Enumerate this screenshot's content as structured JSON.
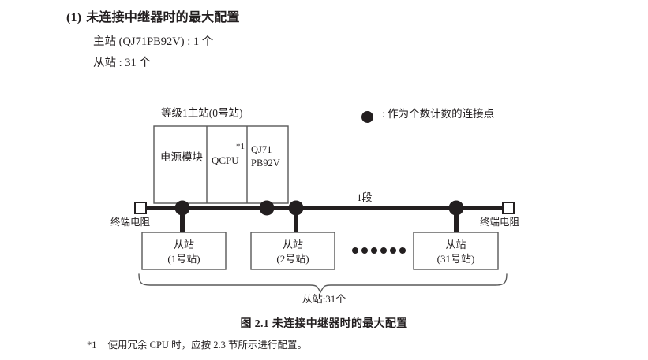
{
  "heading": {
    "number": "(1)",
    "title": "未连接中继器时的最大配置"
  },
  "spec_lines": [
    "主站 (QJ71PB92V) : 1 个",
    "从站 : 31 个"
  ],
  "legend": {
    "symbol": "filled-circle",
    "text": ": 作为个数计数的连接点"
  },
  "diagram": {
    "master_caption": "等级1主站(0号站)",
    "master_modules": {
      "power": "电源模块",
      "cpu": "QCPU",
      "cpu_note": "*1",
      "network": "QJ71\nPB92V",
      "network_line1": "QJ71",
      "network_line2": "PB92V"
    },
    "segment_label": "1段",
    "terminator_left": "终端电阻",
    "terminator_right": "终端电阻",
    "slaves": [
      {
        "name": "从站",
        "station": "(1号站)"
      },
      {
        "name": "从站",
        "station": "(2号站)"
      },
      {
        "name": "从站",
        "station": "(31号站)"
      }
    ],
    "ellipsis_dot_count": 6,
    "brace_label": "从站:31个",
    "bus_color": "#231f20",
    "box_border_color": "#595959"
  },
  "figure": {
    "caption": "图 2.1  未连接中继器时的最大配置"
  },
  "footnote": {
    "mark": "*1",
    "text": "使用冗余 CPU 时，应按 2.3 节所示进行配置。"
  }
}
